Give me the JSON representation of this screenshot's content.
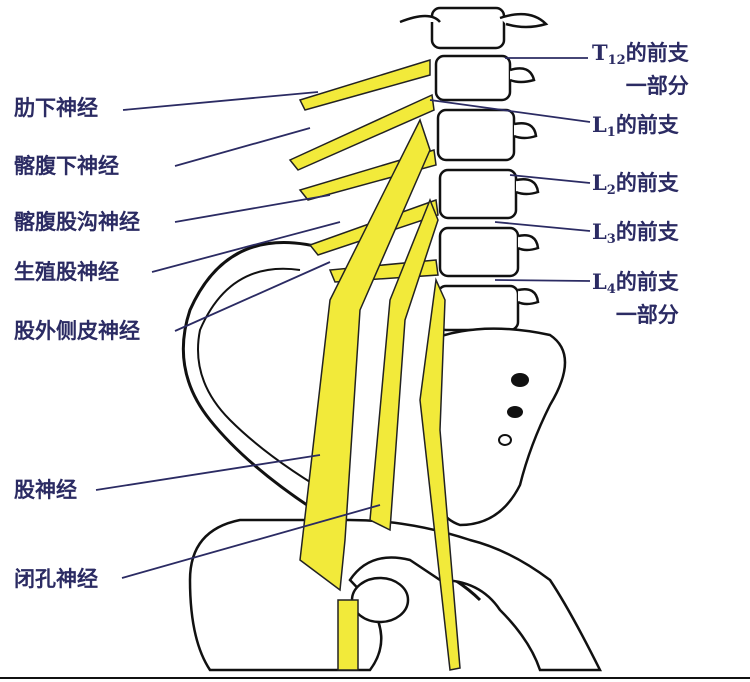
{
  "left_labels": [
    {
      "text": "肋下神经"
    },
    {
      "text": "髂腹下神经"
    },
    {
      "text": "髂腹股沟神经"
    },
    {
      "text": "生殖股神经"
    },
    {
      "text": "股外侧皮神经"
    },
    {
      "text": "股神经"
    },
    {
      "text": "闭孔神经"
    }
  ],
  "right_labels": [
    {
      "letter": "T",
      "sub": "12",
      "text": "的前支",
      "line2": "一部分"
    },
    {
      "letter": "L",
      "sub": "1",
      "text": "的前支"
    },
    {
      "letter": "L",
      "sub": "2",
      "text": "的前支"
    },
    {
      "letter": "L",
      "sub": "3",
      "text": "的前支"
    },
    {
      "letter": "L",
      "sub": "4",
      "text": "的前支",
      "line2": "一部分"
    }
  ],
  "colors": {
    "label": "#2b2b63",
    "nerve": "#f2ea3a",
    "bone_outline": "#111111"
  }
}
